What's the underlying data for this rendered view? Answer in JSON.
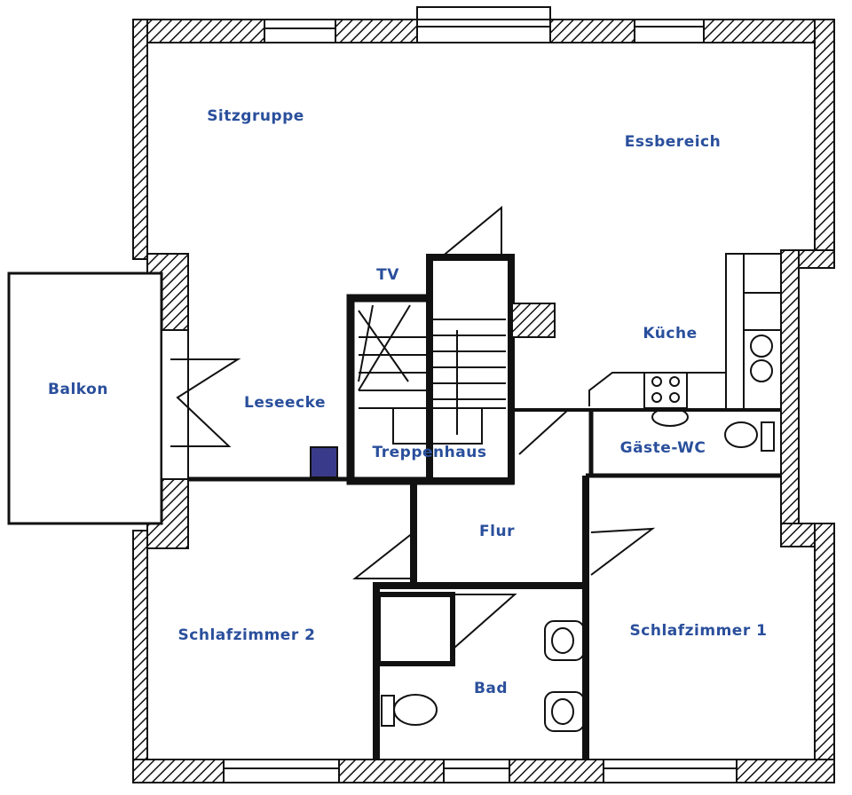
{
  "plan": {
    "label_color": "#2a4f9c",
    "rooms": [
      {
        "id": "sitzgruppe",
        "label": "Sitzgruppe"
      },
      {
        "id": "essbereich",
        "label": "Essbereich"
      },
      {
        "id": "tv",
        "label": "TV"
      },
      {
        "id": "kueche",
        "label": "Küche"
      },
      {
        "id": "balkon",
        "label": "Balkon"
      },
      {
        "id": "leseecke",
        "label": "Leseecke"
      },
      {
        "id": "treppenhaus",
        "label": "Treppenhaus"
      },
      {
        "id": "gaeste_wc",
        "label": "Gäste-WC"
      },
      {
        "id": "flur",
        "label": "Flur"
      },
      {
        "id": "schlafzimmer2",
        "label": "Schlafzimmer 2"
      },
      {
        "id": "schlafzimmer1",
        "label": "Schlafzimmer 1"
      },
      {
        "id": "bad",
        "label": "Bad"
      }
    ]
  }
}
